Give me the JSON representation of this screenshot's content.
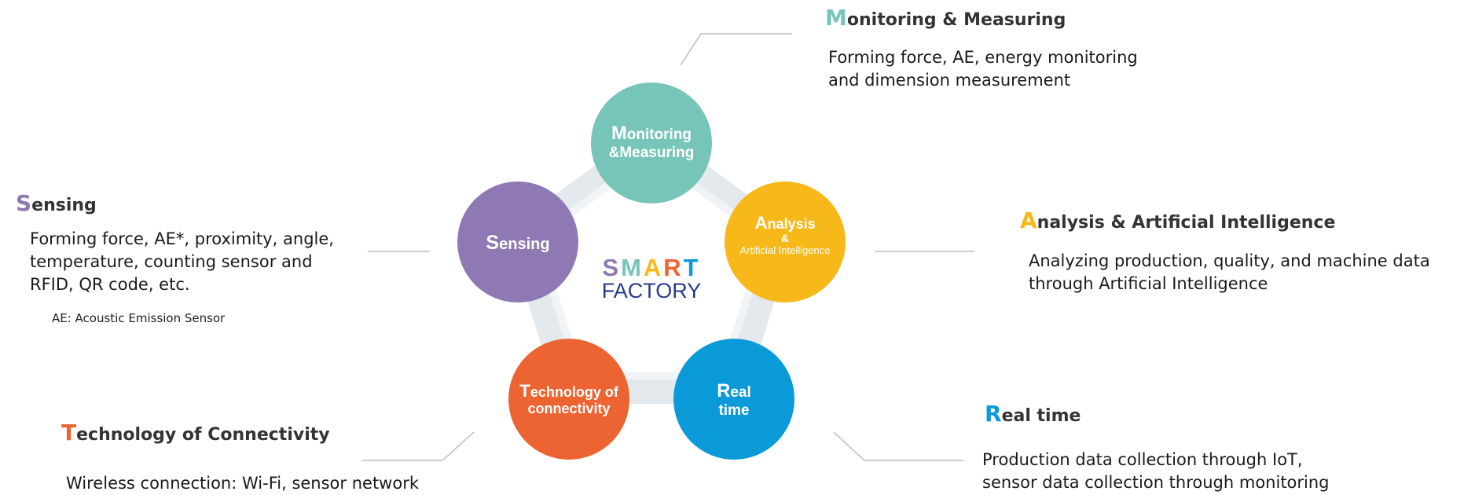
{
  "center": {
    "smart_letters": [
      "S",
      "M",
      "A",
      "R",
      "T"
    ],
    "factory": "FACTORY"
  },
  "colors": {
    "monitoring": "#77c5b8",
    "sensing": "#8e79b5",
    "analysis": "#f7b81a",
    "technology": "#ec6432",
    "realtime": "#0a9ad8",
    "ring": "#e1e6eb",
    "factory_text": "#2a3a8e"
  },
  "nodes": {
    "monitoring": {
      "initial": "M",
      "line1": "onitoring",
      "line2": "&Measuring"
    },
    "sensing": {
      "initial": "S",
      "line1": "ensing"
    },
    "analysis": {
      "initial": "A",
      "line1": "nalysis",
      "line2": "&",
      "line3": "Artificial Intelligence"
    },
    "technology": {
      "initial": "T",
      "line1": "echnology of",
      "line2": "connectivity"
    },
    "realtime": {
      "initial": "R",
      "line1": "eal",
      "line2": "time"
    }
  },
  "blocks": {
    "monitoring": {
      "initial": "M",
      "title": "onitoring & Measuring",
      "lines": [
        "Forming force, AE, energy monitoring",
        "and dimension measurement"
      ]
    },
    "sensing": {
      "initial": "S",
      "title": "ensing",
      "lines": [
        "Forming force, AE*, proximity, angle,",
        "temperature, counting sensor and",
        "RFID, QR code, etc."
      ],
      "note": "AE: Acoustic Emission Sensor"
    },
    "analysis": {
      "initial": "A",
      "title": "nalysis & Artificial Intelligence",
      "lines": [
        "Analyzing production, quality, and machine data",
        "through Artificial Intelligence"
      ]
    },
    "realtime": {
      "initial": "R",
      "title": "eal time",
      "lines": [
        "Production data collection through IoT,",
        "sensor data collection through monitoring"
      ]
    },
    "technology": {
      "initial": "T",
      "title": "echnology of Connectivity",
      "lines": [
        "Wireless connection: Wi-Fi, sensor network"
      ]
    }
  }
}
